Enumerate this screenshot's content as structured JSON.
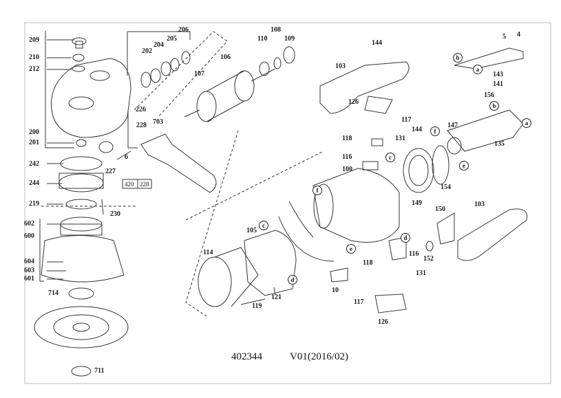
{
  "labels": {
    "p209": "209",
    "p210": "210",
    "p212": "212",
    "p200": "200",
    "p201": "201",
    "p202": "202",
    "p204": "204",
    "p205": "205",
    "p206": "206",
    "p106": "106",
    "p107": "107",
    "p108": "108",
    "p110": "110",
    "p109": "109",
    "p226": "226",
    "p228": "228",
    "p703": "703",
    "p6": "6",
    "p227": "227",
    "p242": "242",
    "p244": "244",
    "p219": "219",
    "p230": "230",
    "p420": "420",
    "p228b": "228",
    "p602": "602",
    "p600": "600",
    "p604": "604",
    "p603": "603",
    "p601": "601",
    "p714": "714",
    "p711": "711",
    "p144": "144",
    "p103": "103",
    "p126": "126",
    "p117": "117",
    "p118": "118",
    "p131": "131",
    "p116": "116",
    "p100": "100",
    "p5": "5",
    "p4": "4",
    "p143": "143",
    "p141": "141",
    "p156": "156",
    "p144b": "144",
    "p147": "147",
    "p135": "135",
    "p149": "149",
    "p154": "154",
    "p150": "150",
    "p103b": "103",
    "p152": "152",
    "p114": "114",
    "p105": "105",
    "p119": "119",
    "p121": "121",
    "p10": "10",
    "p116b": "116",
    "p118b": "118",
    "p131b": "131",
    "p117b": "117",
    "p126b": "126"
  },
  "callouts": {
    "a1": "a",
    "b1": "b",
    "a2": "a",
    "b2": "b",
    "c1": "c",
    "f1": "f",
    "e1": "e",
    "f2": "f",
    "c2": "c",
    "e2": "e",
    "d1": "d",
    "d2": "d"
  },
  "footer": {
    "doc_number": "402344",
    "version": "V01(2016/02)"
  }
}
